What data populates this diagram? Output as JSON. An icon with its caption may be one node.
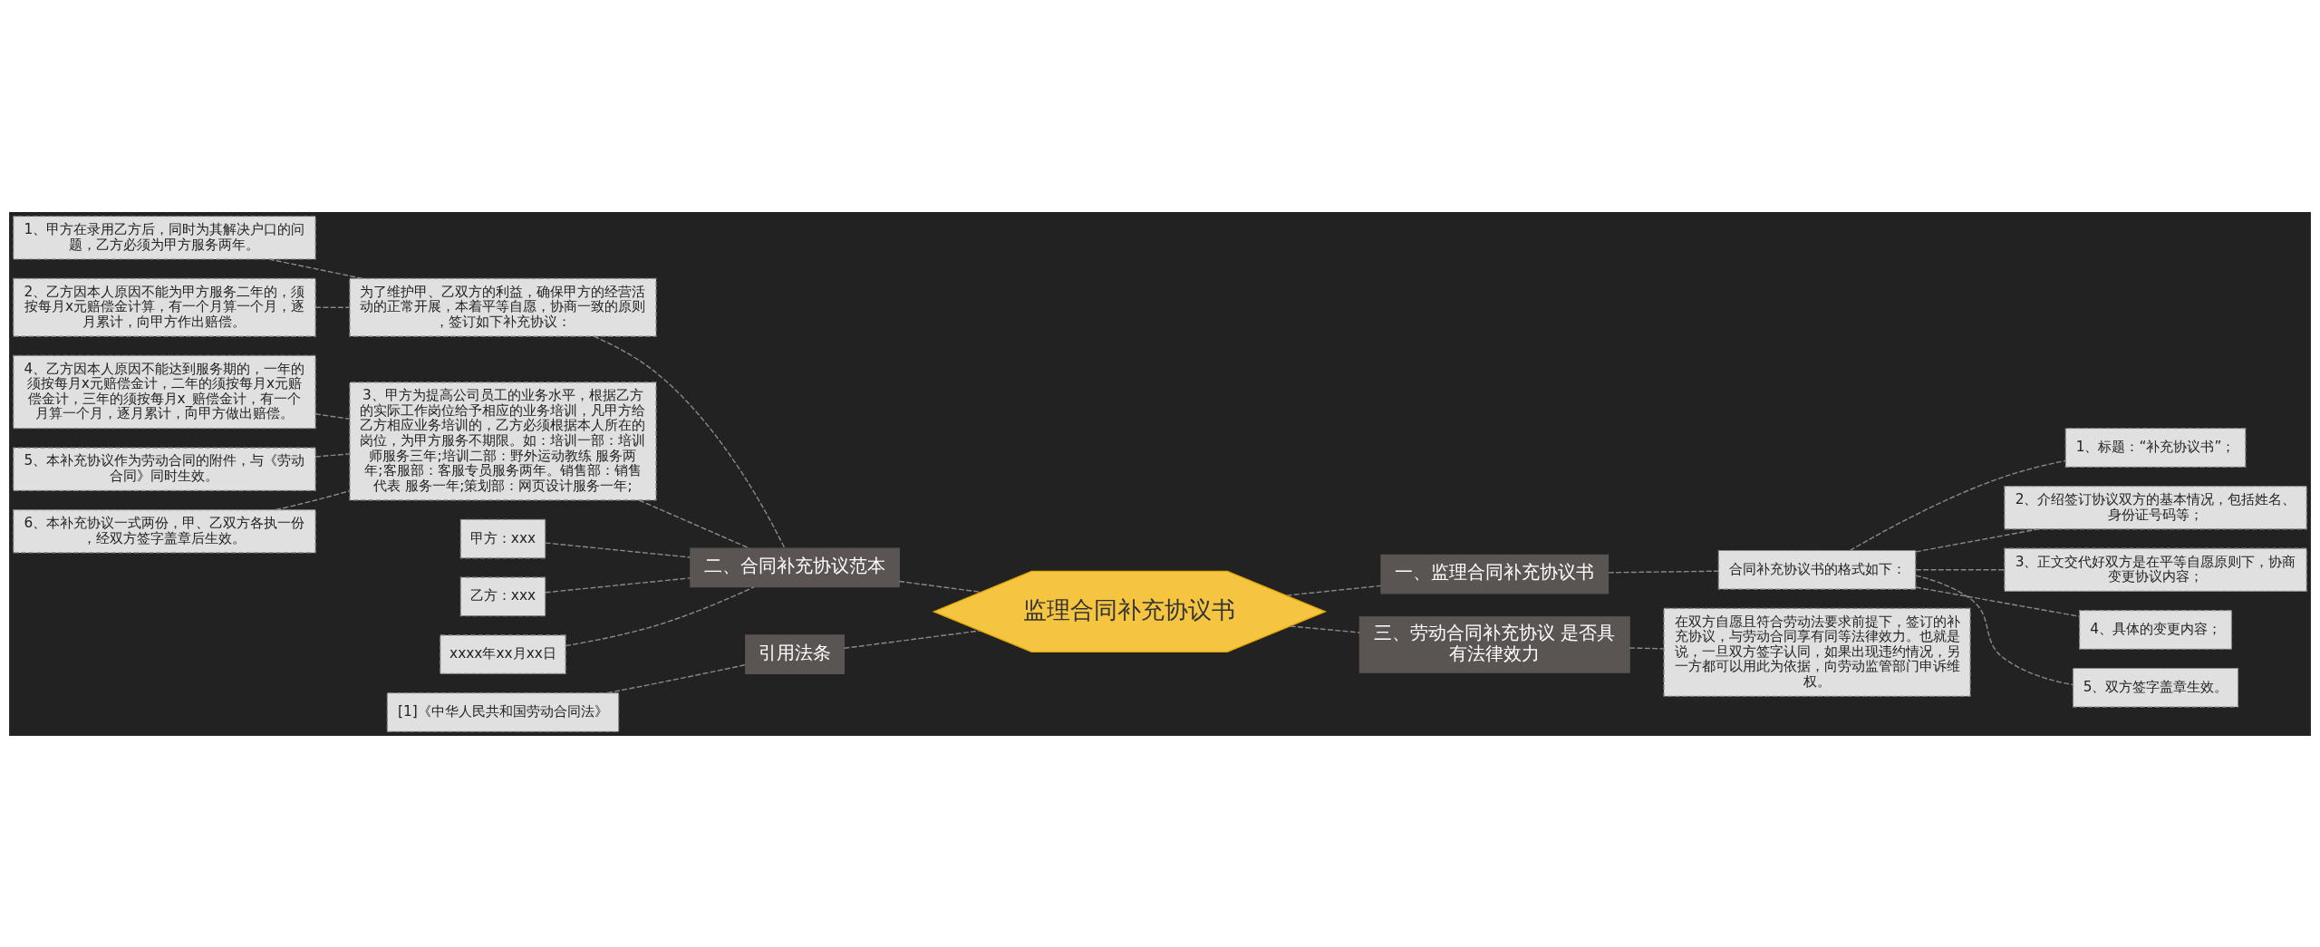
{
  "diagram": {
    "nodes": [
      {
        "text": [
          "监理合同补充协议书"
        ]
      },
      {
        "text": [
          "一、监理合同补充协议书"
        ]
      },
      {
        "text": [
          "合同补充协议书的格式如下："
        ]
      },
      {
        "text": [
          "1、标题：“补充协议书”；"
        ]
      },
      {
        "text": [
          "2、介绍签订协议双方的基本情况，包括姓名、身份证号码等；"
        ]
      },
      {
        "text": [
          "3、正文交代好双方是在平等自愿原则下，协商变更协议内容；"
        ]
      },
      {
        "text": [
          "4、具体的变更内容；"
        ]
      },
      {
        "text": [
          "5、双方签字盖章生效。"
        ]
      },
      {
        "text": [
          "二、合同补充协议范本"
        ]
      },
      {
        "text": [
          "为了维护甲、乙双方的利益，确保甲方的经营活动的正常开展，本着平等自愿，协商一致的原则，签订如下补充协议："
        ]
      },
      {
        "text": [
          "1、甲方在录用乙方后，同时为其解决户口的问题，乙方必须为甲方服务两年。"
        ]
      },
      {
        "text": [
          "2、乙方因本人原因不能为甲方服务二年的，须按每月x元赔偿金计算，有一个月算一个月，逐月累计，向甲方作出赔偿。"
        ]
      },
      {
        "text": [
          "3、甲方为提高公司员工的业务水平，根据乙方的实际工作岗位给予相应的业务培训，凡甲方给乙方相应业务培训的，乙方必须根据本人所在的岗位，为甲方服务不期限。如：培训一部：培训师服务三年;培训二部：野外运动教练 服务两年;客服部：客服专员服务两年。销售部：销售代表 服务一年;策划部：网页设计服务一年;"
        ]
      },
      {
        "text": [
          "4、乙方因本人原因不能达到服务期的，一年的须按每月x元赔偿金计，二年的须按每月x元赔偿金计，三年的须按每月x_赔偿金计，有一个月算一个月，逐月累计，向甲方做出赔偿。"
        ]
      },
      {
        "text": [
          "5、本补充协议作为劳动合同的附件，与《劳动合同》同时生效。"
        ]
      },
      {
        "text": [
          "6、本补充协议一式两份，甲、乙双方各执一份，经双方签字盖章后生效。"
        ]
      },
      {
        "text": [
          "甲方：xxx"
        ]
      },
      {
        "text": [
          "乙方：xxx"
        ]
      },
      {
        "text": [
          "xxxx年xx月xx日"
        ]
      },
      {
        "text": [
          "三、劳动合同补充协议 是否具有法律效力"
        ]
      },
      {
        "text": [
          "在双方自愿且符合劳动法要求前提下，签订的补充协议，与劳动合同享有同等法律效力。也就是说，一旦双方签字认同，如果出现违约情况，另一方都可以用此为依据，向劳动监管部门申诉维权。"
        ]
      },
      {
        "text": [
          "引用法条"
        ]
      },
      {
        "text": [
          "[1]《中华人民共和国劳动合同法》"
        ]
      }
    ],
    "edges": [
      {
        "from": 0,
        "to": 1,
        "arrow": "none"
      },
      {
        "from": 1,
        "to": 2,
        "arrow": "none"
      },
      {
        "from": 2,
        "to": 3,
        "arrow": "none"
      },
      {
        "from": 2,
        "to": 4,
        "arrow": "none"
      },
      {
        "from": 2,
        "to": 5,
        "arrow": "none"
      },
      {
        "from": 2,
        "to": 6,
        "arrow": "none"
      },
      {
        "from": 2,
        "to": 7,
        "arrow": "none"
      },
      {
        "from": 0,
        "to": 8,
        "arrow": "none"
      },
      {
        "from": 8,
        "to": 9,
        "arrow": "none"
      },
      {
        "from": 9,
        "to": 10,
        "arrow": "none"
      },
      {
        "from": 9,
        "to": 11,
        "arrow": "none"
      },
      {
        "from": 8,
        "to": 12,
        "arrow": "none"
      },
      {
        "from": 12,
        "to": 13,
        "arrow": "none"
      },
      {
        "from": 12,
        "to": 14,
        "arrow": "none"
      },
      {
        "from": 12,
        "to": 15,
        "arrow": "none"
      },
      {
        "from": 8,
        "to": 16,
        "arrow": "none"
      },
      {
        "from": 8,
        "to": 17,
        "arrow": "none"
      },
      {
        "from": 8,
        "to": 18,
        "arrow": "none"
      },
      {
        "from": 0,
        "to": 19,
        "arrow": "none"
      },
      {
        "from": 19,
        "to": 20,
        "arrow": "none"
      },
      {
        "from": 0,
        "to": 21,
        "arrow": "none"
      },
      {
        "from": 21,
        "to": 22,
        "arrow": "none"
      }
    ]
  }
}
